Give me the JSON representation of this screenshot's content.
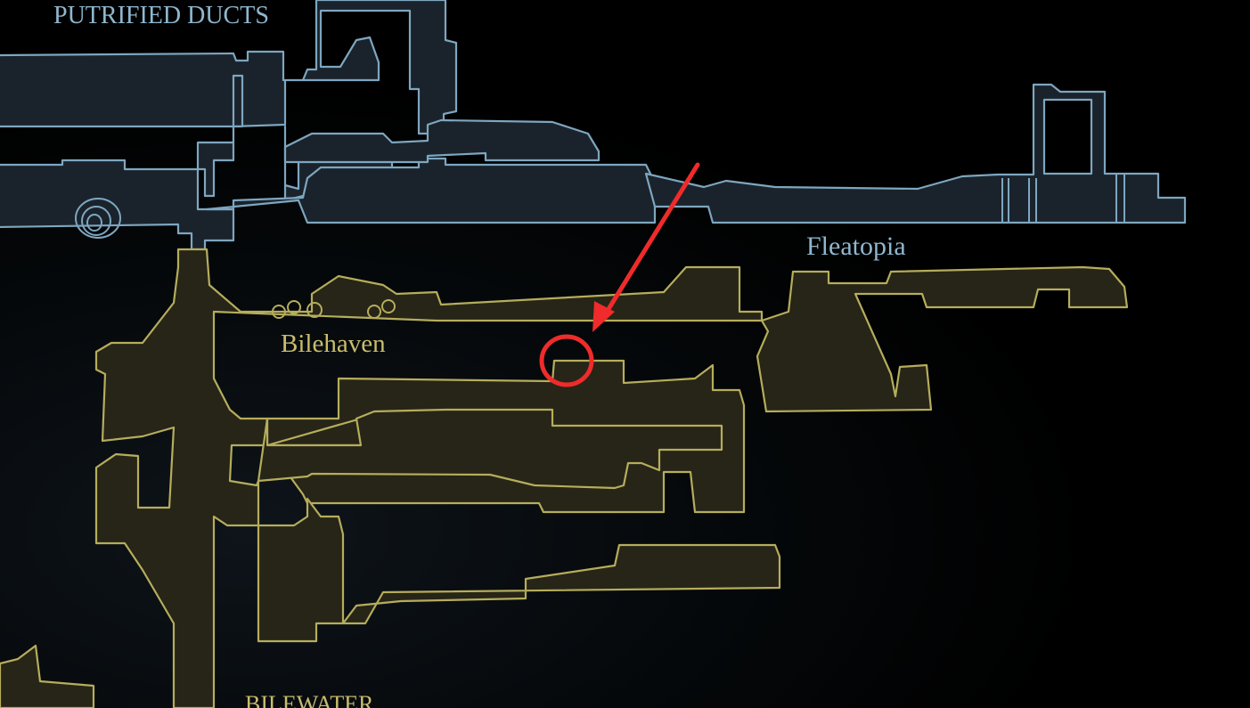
{
  "map": {
    "areas": [
      {
        "name": "PUTRIFIED DUCTS",
        "color": "#8fb7cf"
      },
      {
        "name": "Fleatopia",
        "color": "#8fb7cf"
      },
      {
        "name": "Bilehaven",
        "color": "#c9bd6c"
      },
      {
        "name": "BILEWATER",
        "color": "#c9bd6c"
      }
    ],
    "colors": {
      "ducts_fill": "#1a232b",
      "ducts_outline": "#7ea6c0",
      "bilewater_fill": "#262517",
      "bilewater_outline": "#b6ad5c",
      "annotation": "#ef2b2b"
    },
    "annotation": {
      "marker": "red-circle",
      "pointer": "red-arrow"
    }
  }
}
